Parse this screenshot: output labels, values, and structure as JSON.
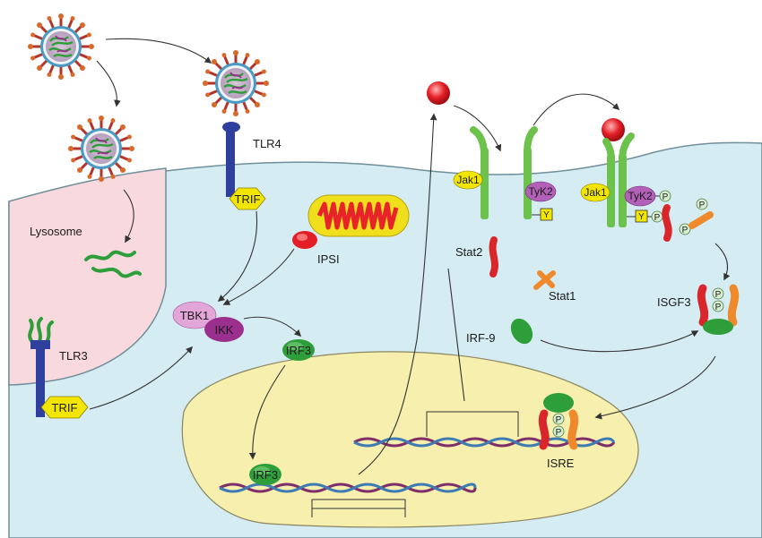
{
  "labels": {
    "tlr4": "TLR4",
    "tlr3": "TLR3",
    "trif_top": "TRIF",
    "trif_bottom": "TRIF",
    "lysosome": "Lysosome",
    "ipsi": "IPSI",
    "tbk1": "TBK1",
    "ikk": "IKK",
    "irf3_cyto": "IRF3",
    "irf3_nucleus": "IRF3",
    "jak1_left": "Jak1",
    "tyk2_left": "TyK2",
    "y_left": "Y",
    "jak1_right": "Jak1",
    "tyk2_right": "TyK2",
    "p_tyk2": "P",
    "p_float": "P",
    "y_right": "Y",
    "p_y": "P",
    "p_stat": "P",
    "stat2": "Stat2",
    "stat1": "Stat1",
    "irf9": "IRF-9",
    "isgf3": "ISGF3",
    "isgf3_p1": "P",
    "isgf3_p2": "P",
    "isre_p1": "P",
    "isre_p2": "P",
    "isre": "ISRE"
  },
  "colors": {
    "cytoplasm": "#d6ecf3",
    "endosome": "#f7d9de",
    "nucleus": "#f6efae",
    "receptor_green": "#6cc24a",
    "tlr_blue": "#2e3f9e",
    "trif_yellow": "#f2e600",
    "stat_red": "#d9262b",
    "stat_orange": "#ef8a2c",
    "irf_green": "#2e9e3a",
    "tbk1_pink": "#e3a6d8",
    "ikk_purple": "#9b2f8e",
    "ifn_red": "#e41e26",
    "mito_red": "#e8232a"
  }
}
